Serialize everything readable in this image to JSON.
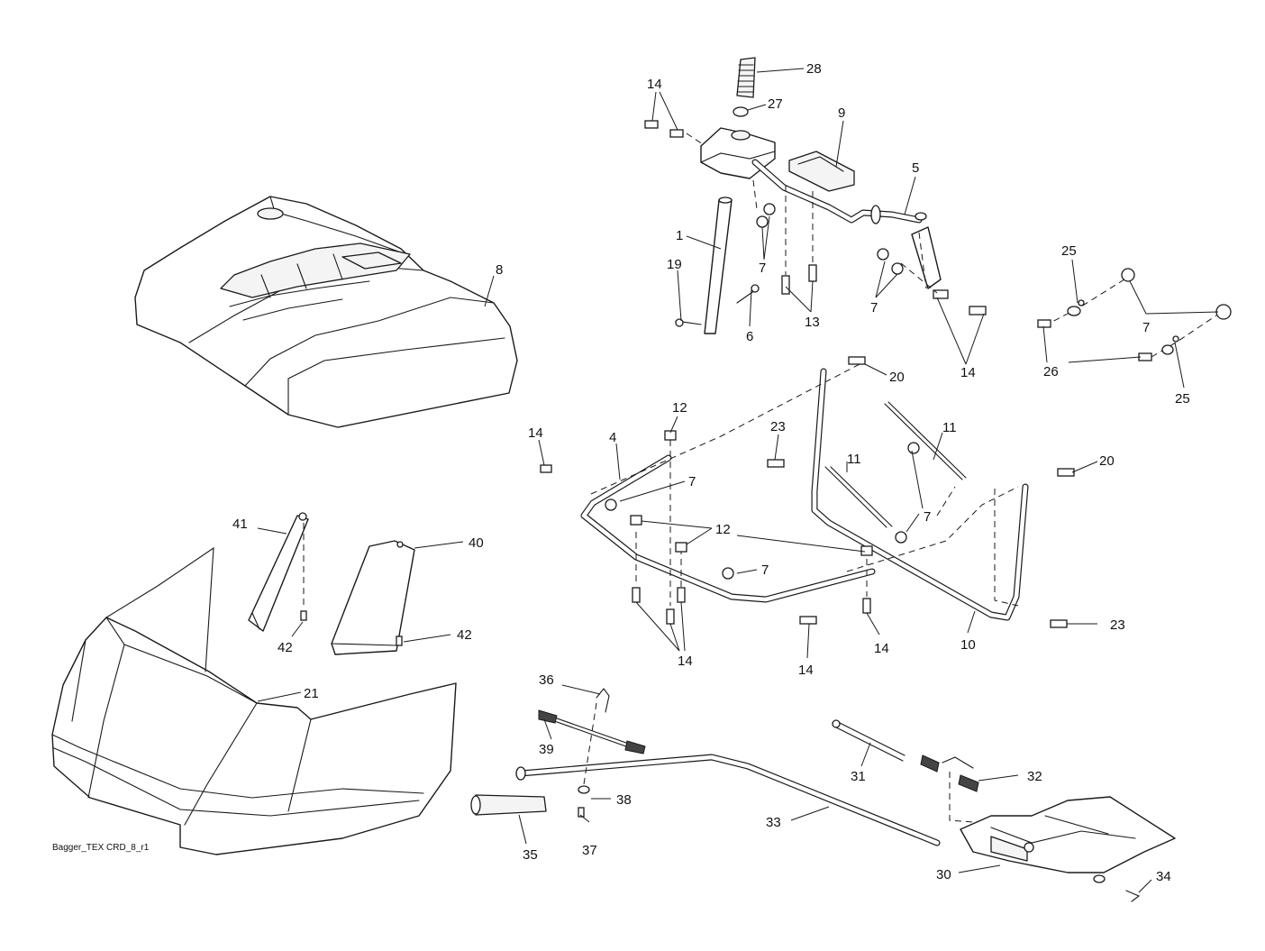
{
  "diagram": {
    "credit": "Bagger_TEX CRD_8_r1",
    "callouts": [
      "28",
      "27",
      "14",
      "9",
      "5",
      "1",
      "19",
      "6",
      "7",
      "13",
      "8",
      "25",
      "26",
      "20",
      "12",
      "4",
      "23",
      "11",
      "41",
      "40",
      "42",
      "21",
      "10",
      "36",
      "39",
      "38",
      "31",
      "32",
      "33",
      "37",
      "35",
      "30",
      "34"
    ]
  }
}
